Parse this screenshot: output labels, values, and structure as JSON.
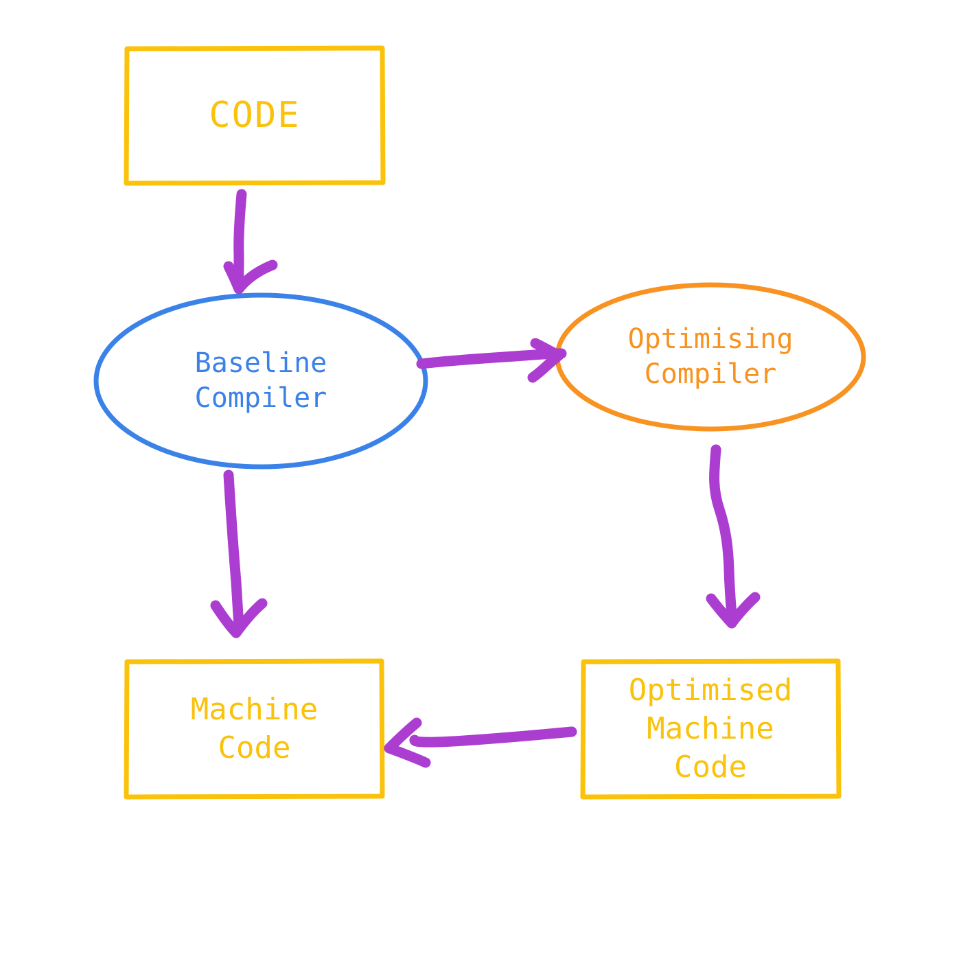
{
  "diagram": {
    "title": "Compiler pipeline diagram",
    "background_color": "#FFFFFF",
    "colors": {
      "box_stroke": "#FAC20A",
      "box_text": "#FAC20A",
      "baseline_stroke": "#3B82E8",
      "baseline_text": "#3B82E8",
      "optimising_stroke": "#F89220",
      "optimising_text": "#F89220",
      "arrow": "#AB3DD1"
    },
    "nodes": [
      {
        "id": "code",
        "shape": "rectangle",
        "label": "CODE",
        "lines": [
          "CODE"
        ],
        "stroke_color": "#FAC20A",
        "text_color": "#FAC20A"
      },
      {
        "id": "baseline-compiler",
        "shape": "ellipse",
        "label": "Baseline Compiler",
        "lines": [
          "Baseline",
          "Compiler"
        ],
        "stroke_color": "#3B82E8",
        "text_color": "#3B82E8"
      },
      {
        "id": "optimising-compiler",
        "shape": "ellipse",
        "label": "Optimising Compiler",
        "lines": [
          "Optimising",
          "Compiler"
        ],
        "stroke_color": "#F89220",
        "text_color": "#F89220"
      },
      {
        "id": "machine-code",
        "shape": "rectangle",
        "label": "Machine Code",
        "lines": [
          "Machine",
          "Code"
        ],
        "stroke_color": "#FAC20A",
        "text_color": "#FAC20A"
      },
      {
        "id": "optimised-machine-code",
        "shape": "rectangle",
        "label": "Optimised Machine Code",
        "lines": [
          "Optimised",
          "Machine",
          "Code"
        ],
        "stroke_color": "#FAC20A",
        "text_color": "#FAC20A"
      }
    ],
    "edges": [
      {
        "id": "code-to-baseline",
        "from": "code",
        "to": "baseline-compiler",
        "direction": "down",
        "label": ""
      },
      {
        "id": "baseline-to-optimising",
        "from": "baseline-compiler",
        "to": "optimising-compiler",
        "direction": "right",
        "label": ""
      },
      {
        "id": "baseline-to-machine-code",
        "from": "baseline-compiler",
        "to": "machine-code",
        "direction": "down",
        "label": ""
      },
      {
        "id": "optimising-to-optimised-code",
        "from": "optimising-compiler",
        "to": "optimised-machine-code",
        "direction": "down",
        "label": ""
      },
      {
        "id": "optimised-code-to-machine-code",
        "from": "optimised-machine-code",
        "to": "machine-code",
        "direction": "left",
        "label": ""
      }
    ]
  }
}
